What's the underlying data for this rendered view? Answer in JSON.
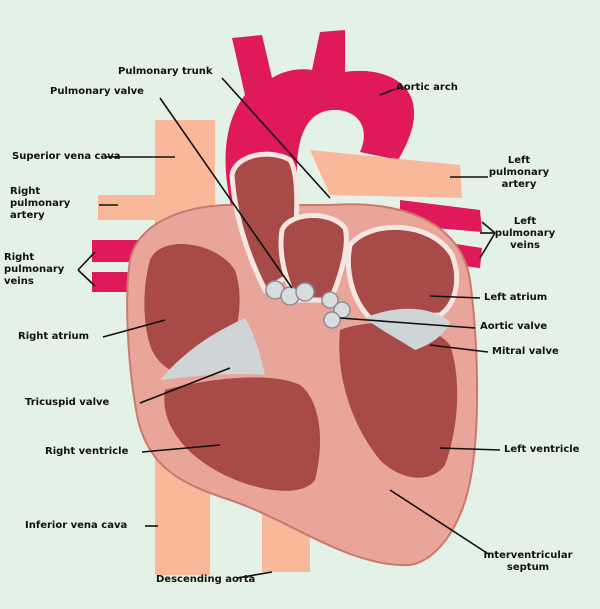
{
  "labels": {
    "pulmonary_trunk": "Pulmonary trunk",
    "pulmonary_valve": "Pulmonary valve",
    "aortic_arch": "Aortic arch",
    "superior_vena_cava": "Superior vena cava",
    "left_pulmonary_artery": [
      "Left",
      "pulmonary",
      "artery"
    ],
    "right_pulmonary_artery": [
      "Right",
      "pulmonary",
      "artery"
    ],
    "left_pulmonary_veins": [
      "Left",
      "pulmonary",
      "veins"
    ],
    "right_pulmonary_veins": [
      "Right",
      "pulmonary",
      "veins"
    ],
    "left_atrium": "Left atrium",
    "right_atrium": "Right atrium",
    "aortic_valve": "Aortic valve",
    "mitral_valve": "Mitral valve",
    "tricuspid_valve": "Tricuspid valve",
    "right_ventricle": "Right ventricle",
    "left_ventricle": "Left ventricle",
    "inferior_vena_cava": "Inferior vena cava",
    "descending_aorta": "Descending aorta",
    "interventricular_septum": [
      "Interventricular",
      "septum"
    ]
  },
  "colors": {
    "background": "#e3f1e6",
    "aorta": "#e0195a",
    "vena_cava": "#f9b89a",
    "myocardium": "#e9a59a",
    "chamber": "#a84a48",
    "valve": "#cfd4d6"
  }
}
